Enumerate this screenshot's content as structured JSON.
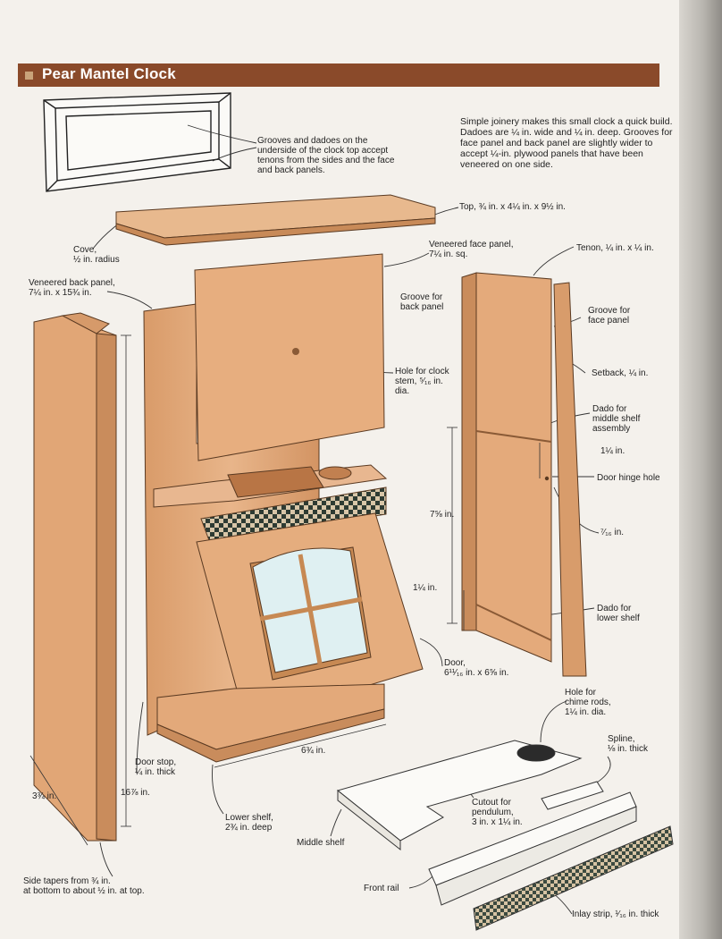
{
  "title": "Pear Mantel Clock",
  "note": [
    "Simple joinery makes this small clock a quick build.",
    "Dadoes are ¼ in. wide and ¼ in. deep. Grooves for",
    "face panel and back panel are slightly wider to",
    "accept ¼-in. plywood panels that have been",
    "veneered on one side."
  ],
  "labels": {
    "grooves": [
      "Grooves and dadoes on the",
      "underside of the clock top accept",
      "tenons from the sides and the face",
      "and back panels."
    ],
    "top": [
      "Top, ¾ in. x 4¼ in. x 9½ in."
    ],
    "cove": [
      "Cove,",
      "½ in. radius"
    ],
    "face_panel": [
      "Veneered face panel,",
      "7¼ in. sq."
    ],
    "tenon": [
      "Tenon, ¼ in. x ¼ in."
    ],
    "back_panel": [
      "Veneered back panel,",
      "7¼ in. x 15¾ in."
    ],
    "groove_back": [
      "Groove for",
      "back panel"
    ],
    "groove_face": [
      "Groove for",
      "face panel"
    ],
    "setback": [
      "Setback, ¼ in."
    ],
    "hole_stem": [
      "Hole for clock",
      "stem, ⁵⁄₁₆ in.",
      "dia."
    ],
    "dado_middle": [
      "Dado for",
      "middle shelf",
      "assembly"
    ],
    "dim_1_25a": [
      "1¼ in."
    ],
    "door_hinge": [
      "Door hinge hole"
    ],
    "dim_7_58": [
      "7⅝ in."
    ],
    "dim_7_16": [
      "⁷⁄₁₆ in."
    ],
    "dim_1_25b": [
      "1¼ in."
    ],
    "dado_lower": [
      "Dado for",
      "lower shelf"
    ],
    "door": [
      "Door,",
      "6¹¹⁄₁₆ in. x 6⅝ in."
    ],
    "hole_chime": [
      "Hole for",
      "chime rods,",
      "1¼ in. dia."
    ],
    "dim_6_34": [
      "6¾ in."
    ],
    "spline": [
      "Spline,",
      "⅛ in. thick"
    ],
    "door_stop": [
      "Door stop,",
      "¼ in. thick"
    ],
    "dim_16_78": [
      "16⅞ in."
    ],
    "dim_3_34": [
      "3¾ in."
    ],
    "cutout": [
      "Cutout for",
      "pendulum,",
      "3 in. x 1¼ in."
    ],
    "lower_shelf": [
      "Lower shelf,",
      "2¾ in. deep"
    ],
    "middle_shelf": [
      "Middle shelf"
    ],
    "side_tapers": [
      "Side tapers from ¾ in.",
      "at bottom to about ½ in. at top."
    ],
    "front_rail": [
      "Front rail"
    ],
    "inlay_strip": [
      "Inlay strip, ¹⁄₁₆ in. thick"
    ]
  },
  "colors": {
    "title_bar": "#8a4a2a",
    "wood": "#e2ad80",
    "wood_dark": "#c98c5c",
    "wood_light": "#f0c9a3"
  }
}
